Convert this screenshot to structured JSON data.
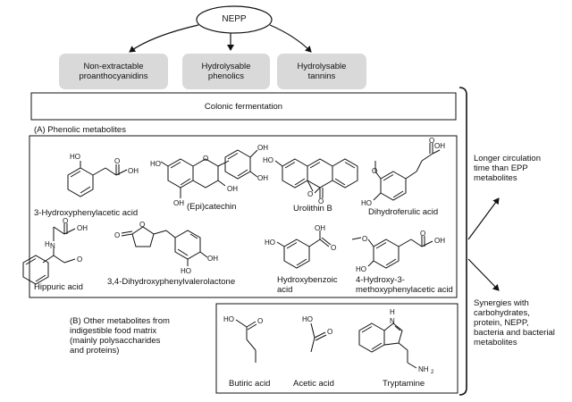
{
  "root": "NEPP",
  "categories": [
    {
      "line1": "Non-extractable",
      "line2": "proanthocyanidins"
    },
    {
      "line1": "Hydrolysable",
      "line2": "phenolics"
    },
    {
      "line1": "Hydrolysable",
      "line2": "tannins"
    }
  ],
  "fermentation": "Colonic  fermentation",
  "phenolic_section": {
    "title": "(A) Phenolic metabolites",
    "compounds": [
      {
        "line1": "3-Hydroxyphenylacetic acid",
        "line2": ""
      },
      {
        "line1": "(Epi)catechin",
        "line2": ""
      },
      {
        "line1": "Urolithin B",
        "line2": ""
      },
      {
        "line1": "Dihydroferulic acid",
        "line2": ""
      },
      {
        "line1": "Hippuric acid",
        "line2": ""
      },
      {
        "line1": "3,4-Dihydroxyphenylvalerolactone",
        "line2": ""
      },
      {
        "line1": "Hydroxybenzoic",
        "line2": "acid"
      },
      {
        "line1": "4-Hydroxy-3-",
        "line2": "methoxyphenylacetic acid"
      }
    ]
  },
  "other_section": {
    "line1": "(B) Other metabolites from",
    "line2": "indigestible food matrix",
    "line3": "(mainly polysaccharides",
    "line4": "and proteins)",
    "compounds": [
      "Butiric acid",
      "Acetic acid",
      "Tryptamine"
    ]
  },
  "outcomes": {
    "first": {
      "line1": "Longer circulation",
      "line2": "time than EPP",
      "line3": "metabolites"
    },
    "second": {
      "line1": "Synergies with",
      "line2": "carbohydrates,",
      "line3": "protein, NEPP,",
      "line4": "bacteria and bacterial",
      "line5": "metabolites"
    }
  },
  "atom_labels": {
    "OH": "OH",
    "O": "O",
    "HO": "HO",
    "NH": "N",
    "H": "H",
    "NH2": "NH",
    "sub2": "2"
  }
}
